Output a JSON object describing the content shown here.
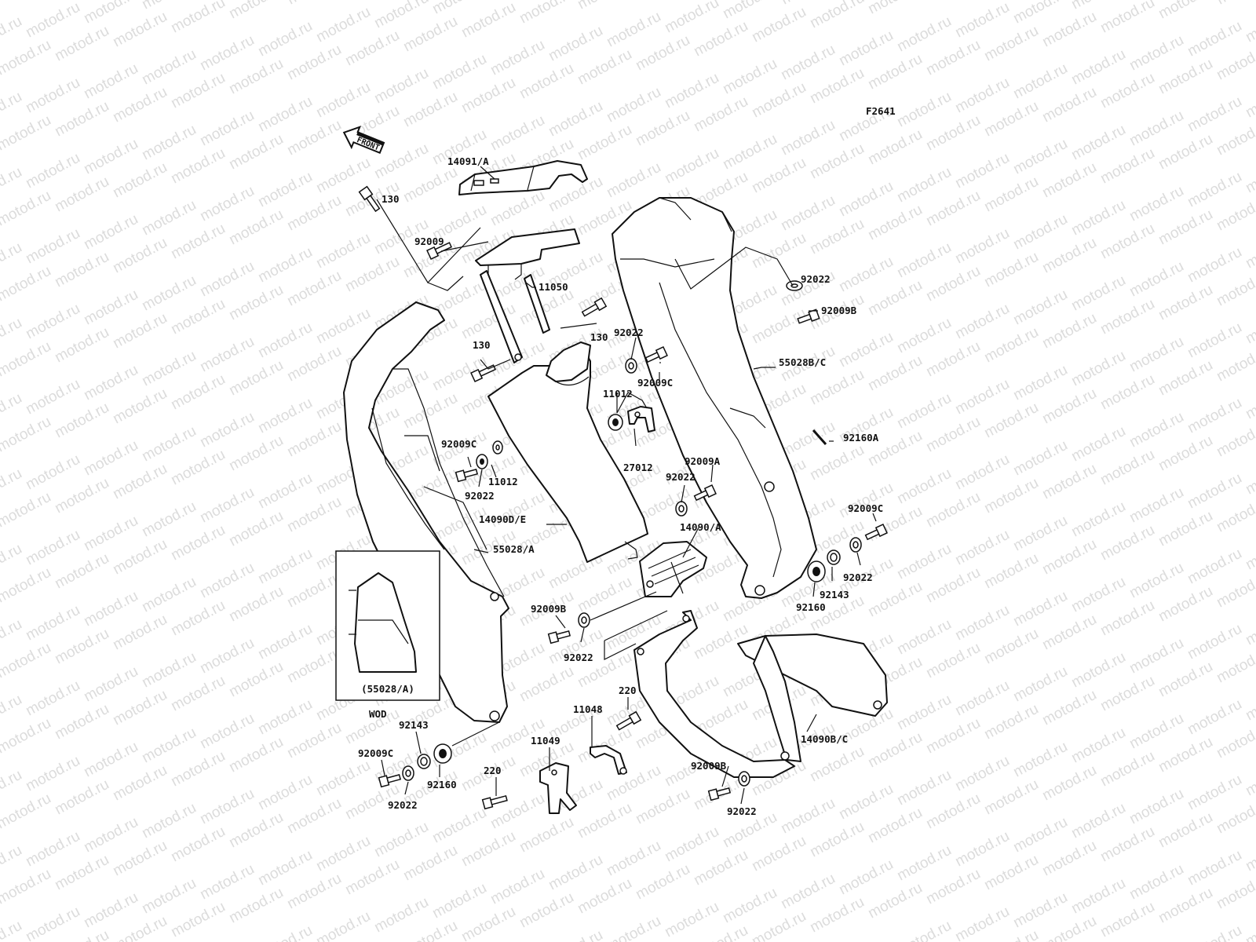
{
  "watermark": "motod.ru",
  "figure_code": "F2641",
  "front_arrow": "FRONT",
  "inset": {
    "part_ref": "(55028/A)",
    "variant": "WOD"
  },
  "labels": [
    {
      "id": "l1",
      "text": "14091/A"
    },
    {
      "id": "l2",
      "text": "130"
    },
    {
      "id": "l3",
      "text": "92009"
    },
    {
      "id": "l4",
      "text": "11050"
    },
    {
      "id": "l5",
      "text": "130"
    },
    {
      "id": "l6",
      "text": "130"
    },
    {
      "id": "l7",
      "text": "92022"
    },
    {
      "id": "l8",
      "text": "92009C"
    },
    {
      "id": "l9",
      "text": "92022"
    },
    {
      "id": "l10",
      "text": "92009B"
    },
    {
      "id": "l11",
      "text": "55028B/C"
    },
    {
      "id": "l12",
      "text": "11012"
    },
    {
      "id": "l13",
      "text": "27012"
    },
    {
      "id": "l14",
      "text": "92160A"
    },
    {
      "id": "l15",
      "text": "92009C"
    },
    {
      "id": "l16",
      "text": "11012"
    },
    {
      "id": "l17",
      "text": "92022"
    },
    {
      "id": "l18",
      "text": "92009A"
    },
    {
      "id": "l19",
      "text": "92022"
    },
    {
      "id": "l20",
      "text": "14090D/E"
    },
    {
      "id": "l21",
      "text": "14090/A"
    },
    {
      "id": "l22",
      "text": "92009C"
    },
    {
      "id": "l23",
      "text": "55028/A"
    },
    {
      "id": "l24",
      "text": "92022"
    },
    {
      "id": "l25",
      "text": "92143"
    },
    {
      "id": "l26",
      "text": "92160"
    },
    {
      "id": "l27",
      "text": "92009B"
    },
    {
      "id": "l28",
      "text": "92022"
    },
    {
      "id": "l29",
      "text": "220"
    },
    {
      "id": "l30",
      "text": "11048"
    },
    {
      "id": "l31",
      "text": "11049"
    },
    {
      "id": "l32",
      "text": "14090B/C"
    },
    {
      "id": "l33",
      "text": "92143"
    },
    {
      "id": "l34",
      "text": "92009C"
    },
    {
      "id": "l35",
      "text": "92160"
    },
    {
      "id": "l36",
      "text": "220"
    },
    {
      "id": "l37",
      "text": "92022"
    },
    {
      "id": "l38",
      "text": "92009B"
    },
    {
      "id": "l39",
      "text": "92022"
    }
  ]
}
